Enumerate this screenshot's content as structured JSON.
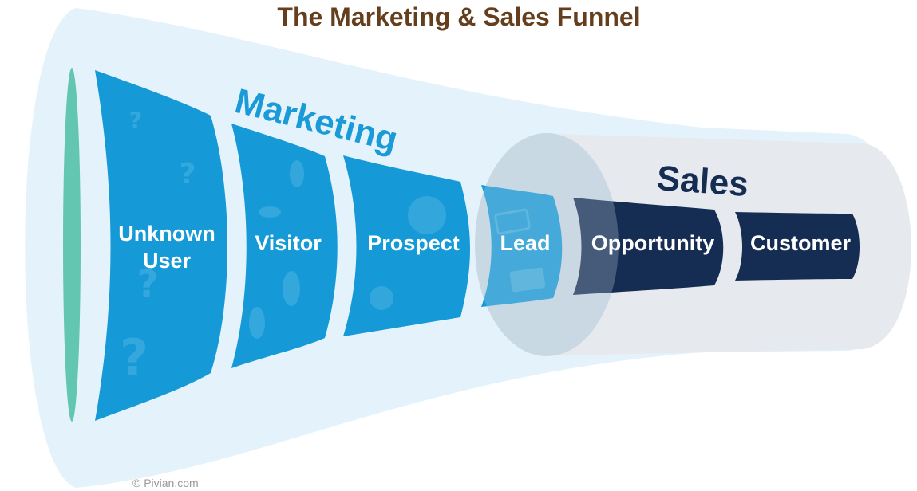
{
  "title": "The Marketing & Sales Funnel",
  "groups": {
    "marketing": {
      "label": "Marketing",
      "color": "#1a9ad6"
    },
    "sales": {
      "label": "Sales",
      "color": "#152d52"
    }
  },
  "stages": [
    {
      "lines": [
        "Unknown",
        "User"
      ],
      "group": "marketing",
      "icon": "question-mark-icon"
    },
    {
      "lines": [
        "Visitor"
      ],
      "group": "marketing",
      "icon": "footprint-icon"
    },
    {
      "lines": [
        "Prospect"
      ],
      "group": "marketing",
      "icon": "smiley-icon"
    },
    {
      "lines": [
        "Lead"
      ],
      "group": "marketing",
      "icon": "lead-card-icon"
    },
    {
      "lines": [
        "Opportunity"
      ],
      "group": "sales",
      "icon": ""
    },
    {
      "lines": [
        "Customer"
      ],
      "group": "sales",
      "icon": ""
    }
  ],
  "colors": {
    "title": "#653f1d",
    "funnel_outer": "#e4f3fb",
    "funnel_sales": "#e6e9ee",
    "mouth": "#63c6b1",
    "marketing_segment": "#159ad7",
    "sales_segment": "#152d52",
    "overlap_lens": "#c3d4df"
  },
  "copyright": "© Pivian.com"
}
